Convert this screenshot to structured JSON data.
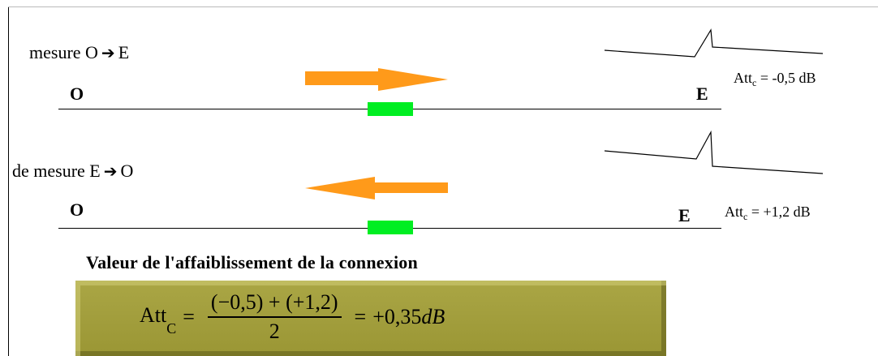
{
  "measure_1": {
    "caption_prefix": "mesure O",
    "caption_arrow": "➔",
    "caption_suffix": "E",
    "left_label": "O",
    "right_label": "E",
    "attenuation_label": "Att",
    "attenuation_sub": "c",
    "attenuation_value": "= -0,5 dB"
  },
  "measure_2": {
    "caption_prefix": "de mesure E",
    "caption_arrow": "➔",
    "caption_suffix": "O",
    "left_label": "O",
    "right_label": "E",
    "attenuation_label": "Att",
    "attenuation_sub": "c",
    "attenuation_value": "= +1,2 dB"
  },
  "result": {
    "title": "Valeur de l'affaiblissement de la connexion",
    "lhs": "Att",
    "lhs_sub": "C",
    "eq1": "=",
    "numerator": "(−0,5) + (+1,2)",
    "denominator": "2",
    "eq2": "=",
    "value": "+0,35",
    "unit": "dB"
  },
  "colors": {
    "arrow": "#ff9a1a",
    "connector": "#00ee22",
    "result_box": "#a29e3c"
  }
}
